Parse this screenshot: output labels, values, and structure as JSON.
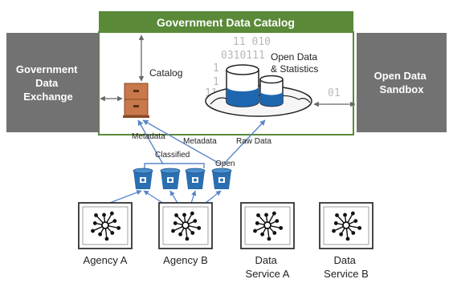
{
  "header": {
    "title": "Government Data Catalog",
    "color": "#5a8a38"
  },
  "left_box": {
    "lines": [
      "Government",
      "Data",
      "Exchange"
    ],
    "color": "#727272"
  },
  "right_box": {
    "lines": [
      "Open Data",
      "Sandbox"
    ],
    "color": "#727272"
  },
  "catalog": {
    "label": "Catalog",
    "icon": "cabinet-icon",
    "color": "#c8784a"
  },
  "open_data": {
    "lines": [
      "Open Data",
      "& Statistics"
    ],
    "icon": "database-island-icon"
  },
  "binary_text": [
    "11 010",
    "0310111",
    "1",
    "1",
    "11",
    "01"
  ],
  "flow_labels": {
    "metadata_left": "Metadata",
    "metadata_mid": "Metadata",
    "raw_data": "Raw Data",
    "classified": "Classified",
    "open": "Open"
  },
  "arrow_color": "#5a86c8",
  "bucket_color": "#2a6fb0",
  "entities": [
    {
      "label1": "Agency A",
      "label2": ""
    },
    {
      "label1": "Agency B",
      "label2": ""
    },
    {
      "label1": "Data",
      "label2": "Service A"
    },
    {
      "label1": "Data",
      "label2": "Service B"
    }
  ]
}
